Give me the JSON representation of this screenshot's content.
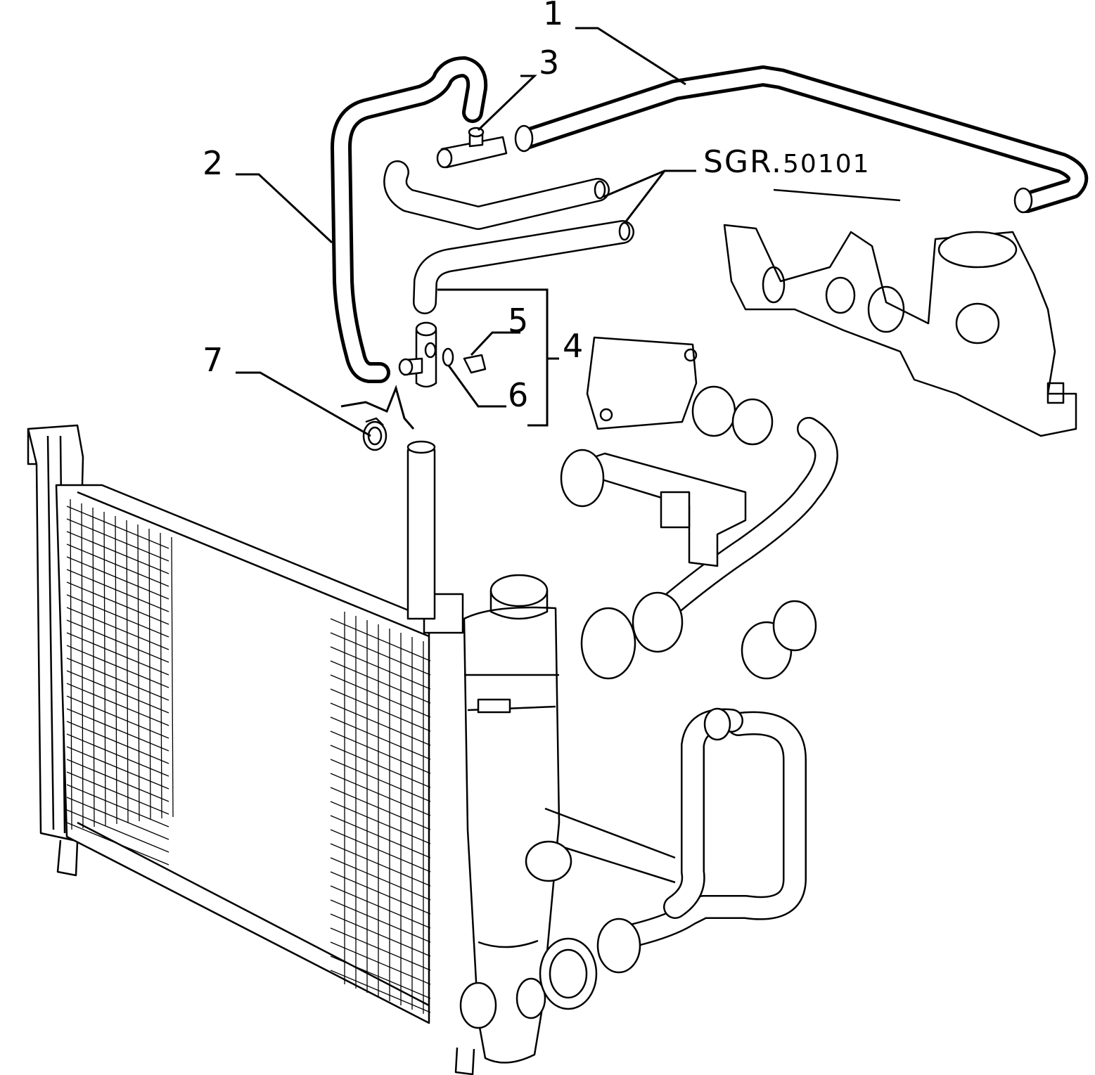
{
  "callouts": {
    "c1": "1",
    "c2": "2",
    "c3": "3",
    "c4": "4",
    "c5": "5",
    "c6": "6",
    "c7": "7"
  },
  "reference": {
    "prefix": "SGR.",
    "number": "50101"
  }
}
